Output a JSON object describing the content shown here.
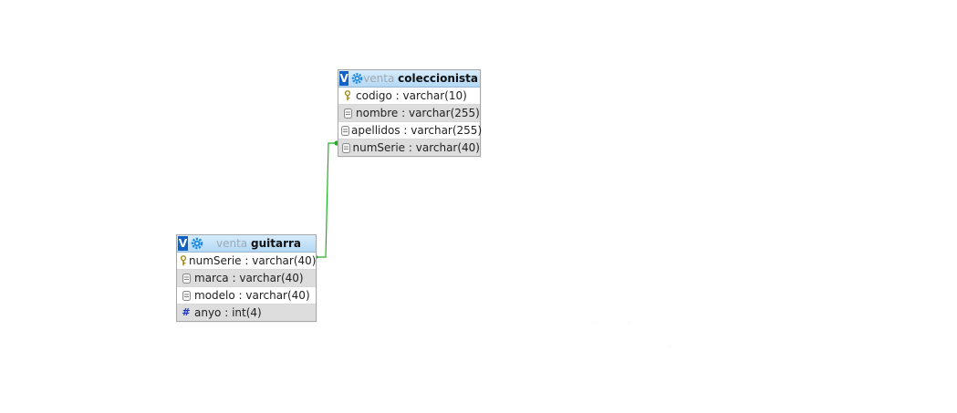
{
  "colors": {
    "relation_line": "#22b022",
    "header_bg": "#b4d8f5",
    "toggle_bg": "#1361c4"
  },
  "tables": {
    "coleccionista": {
      "toggle_label": "V",
      "db": "venta",
      "name": "coleccionista",
      "columns": [
        {
          "text": "codigo : varchar(10)",
          "icon": "key-icon"
        },
        {
          "text": "nombre : varchar(255)",
          "icon": "column-icon"
        },
        {
          "text": "apellidos : varchar(255)",
          "icon": "column-icon"
        },
        {
          "text": "numSerie : varchar(40)",
          "icon": "column-icon"
        }
      ]
    },
    "guitarra": {
      "toggle_label": "V",
      "db": "venta",
      "name": "guitarra",
      "columns": [
        {
          "text": "numSerie : varchar(40)",
          "icon": "key-icon"
        },
        {
          "text": "marca : varchar(40)",
          "icon": "column-icon"
        },
        {
          "text": "modelo : varchar(40)",
          "icon": "column-icon"
        },
        {
          "text": "anyo : int(4)",
          "icon": "numeric-icon"
        }
      ]
    }
  }
}
